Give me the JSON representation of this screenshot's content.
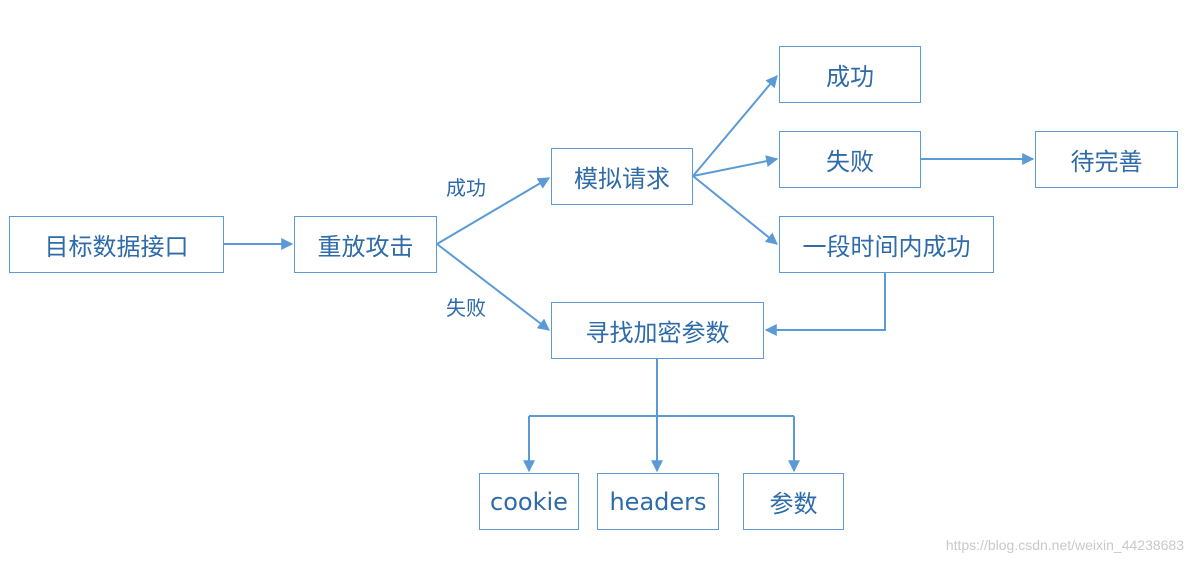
{
  "nodes": {
    "target": "目标数据接口",
    "replay": "重放攻击",
    "simulate": "模拟请求",
    "success": "成功",
    "failure": "失败",
    "pending": "待完善",
    "period_success": "一段时间内成功",
    "find_params": "寻找加密参数",
    "cookie": "cookie",
    "headers": "headers",
    "params": "参数"
  },
  "edge_labels": {
    "success": "成功",
    "failure": "失败"
  },
  "watermark": "https://blog.csdn.net/weixin_44238683",
  "colors": {
    "stroke": "#5b9bd5",
    "text": "#2e6ba8"
  }
}
